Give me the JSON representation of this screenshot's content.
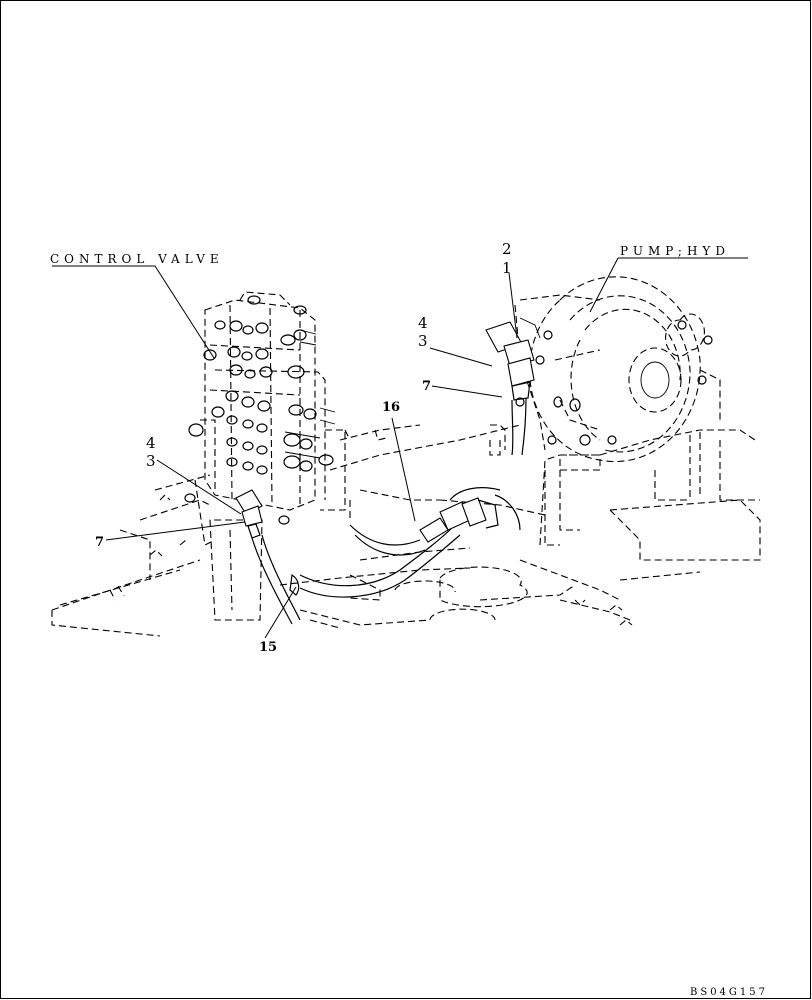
{
  "labels": {
    "control_valve": "CONTROL VALVE",
    "pump_hyd": "PUMP;HYD"
  },
  "callouts": {
    "cv_upper": "4",
    "cv_lower": "3",
    "cv_seven": "7",
    "hose_fifteen": "15",
    "hose_sixteen": "16",
    "pump_two": "2",
    "pump_one": "1",
    "pump_four": "4",
    "pump_three": "3",
    "pump_seven": "7"
  },
  "drawing_code": "BS04G157"
}
